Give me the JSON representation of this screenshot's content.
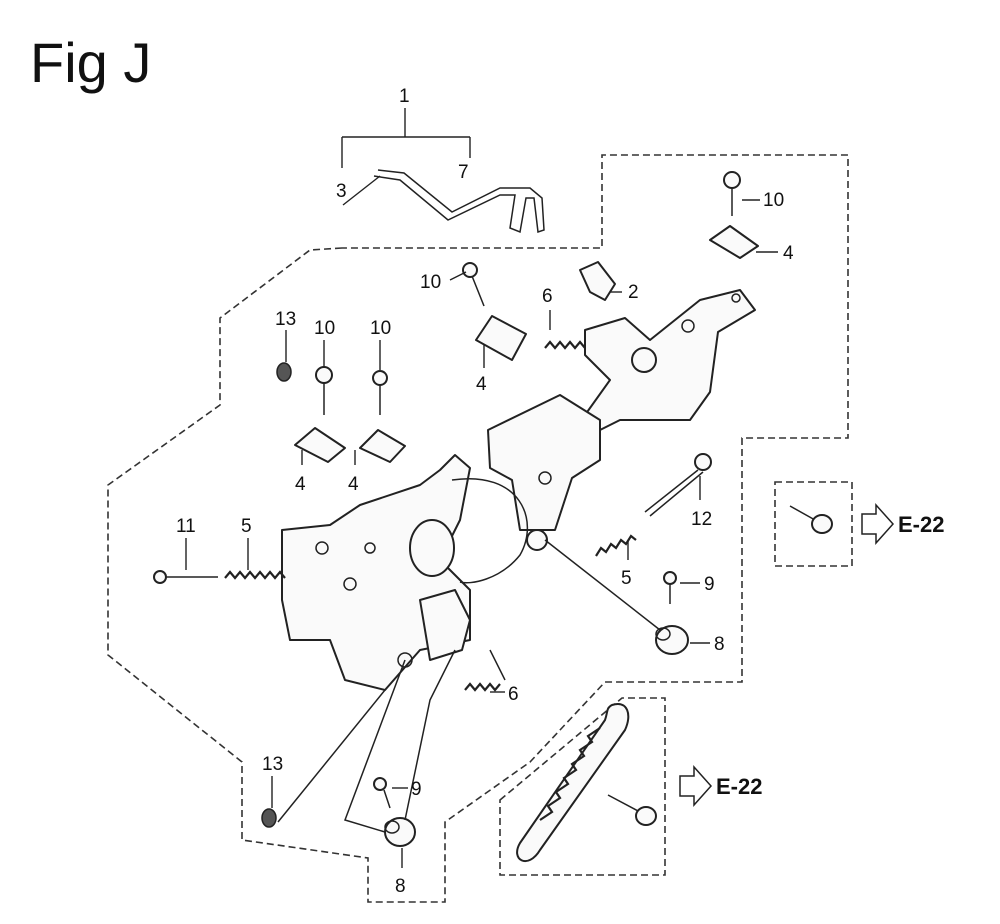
{
  "figure": {
    "title": "Fig J"
  },
  "callouts": {
    "n1": "1",
    "n2": "2",
    "n3": "3",
    "n4": "4",
    "n5": "5",
    "n6": "6",
    "n7": "7",
    "n8": "8",
    "n9": "9",
    "n10": "10",
    "n11": "11",
    "n12": "12",
    "n13": "13"
  },
  "references": {
    "e22_upper": "E-22",
    "e22_lower": "E-22"
  },
  "icons": {
    "ref_arrow": "hollow-right-arrow-icon",
    "bolt": "bolt-icon",
    "spring": "spring-icon"
  }
}
